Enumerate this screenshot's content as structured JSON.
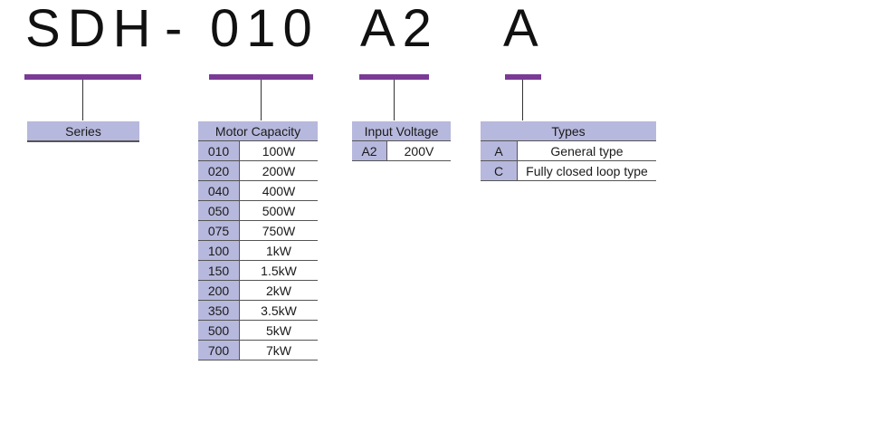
{
  "model_code": {
    "prefix": "SDH",
    "dash": "-",
    "capacity": "010",
    "voltage": "A2",
    "type": "A"
  },
  "series": {
    "header": "Series"
  },
  "motor_capacity": {
    "header": "Motor Capacity",
    "rows": [
      [
        "010",
        "100W"
      ],
      [
        "020",
        "200W"
      ],
      [
        "040",
        "400W"
      ],
      [
        "050",
        "500W"
      ],
      [
        "075",
        "750W"
      ],
      [
        "100",
        "1kW"
      ],
      [
        "150",
        "1.5kW"
      ],
      [
        "200",
        "2kW"
      ],
      [
        "350",
        "3.5kW"
      ],
      [
        "500",
        "5kW"
      ],
      [
        "700",
        "7kW"
      ]
    ]
  },
  "input_voltage": {
    "header": "Input Voltage",
    "rows": [
      [
        "A2",
        "200V"
      ]
    ]
  },
  "types": {
    "header": "Types",
    "rows": [
      [
        "A",
        "General type"
      ],
      [
        "C",
        "Fully closed loop type"
      ]
    ]
  },
  "colors": {
    "bar": "#7a3a96",
    "header_bg": "#b7b8dd"
  }
}
